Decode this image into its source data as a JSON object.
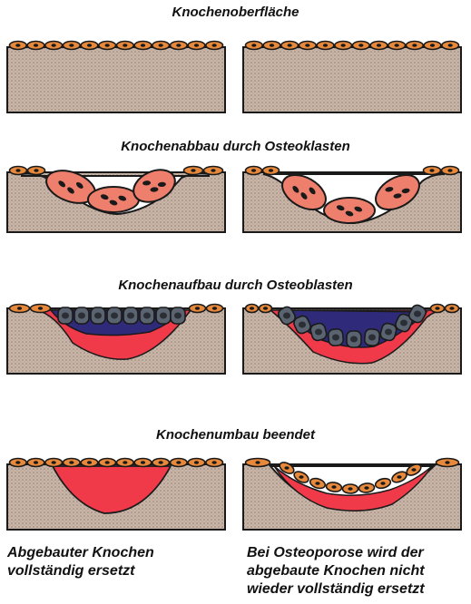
{
  "stages": [
    {
      "heading": "Knochenoberfläche"
    },
    {
      "heading": "Knochenabbau durch Osteoklasten"
    },
    {
      "heading": "Knochenaufbau durch Osteoblasten"
    },
    {
      "heading": "Knochenumbau beendet"
    }
  ],
  "captions": {
    "left": [
      "Abgebauter Knochen",
      "vollständig ersetzt"
    ],
    "right": [
      "Bei Osteoporose wird der",
      "abgebaute Knochen nicht",
      "wieder vollständig ersetzt"
    ]
  },
  "colors": {
    "bone": "#c9b6a8",
    "lining_cell": "#e8883a",
    "osteoclast": "#ee7f6c",
    "osteoid": "#2f2a7a",
    "osteoblast": "#5a6470",
    "new_bone": "#f03a4a",
    "outline": "#1a1a1a"
  }
}
